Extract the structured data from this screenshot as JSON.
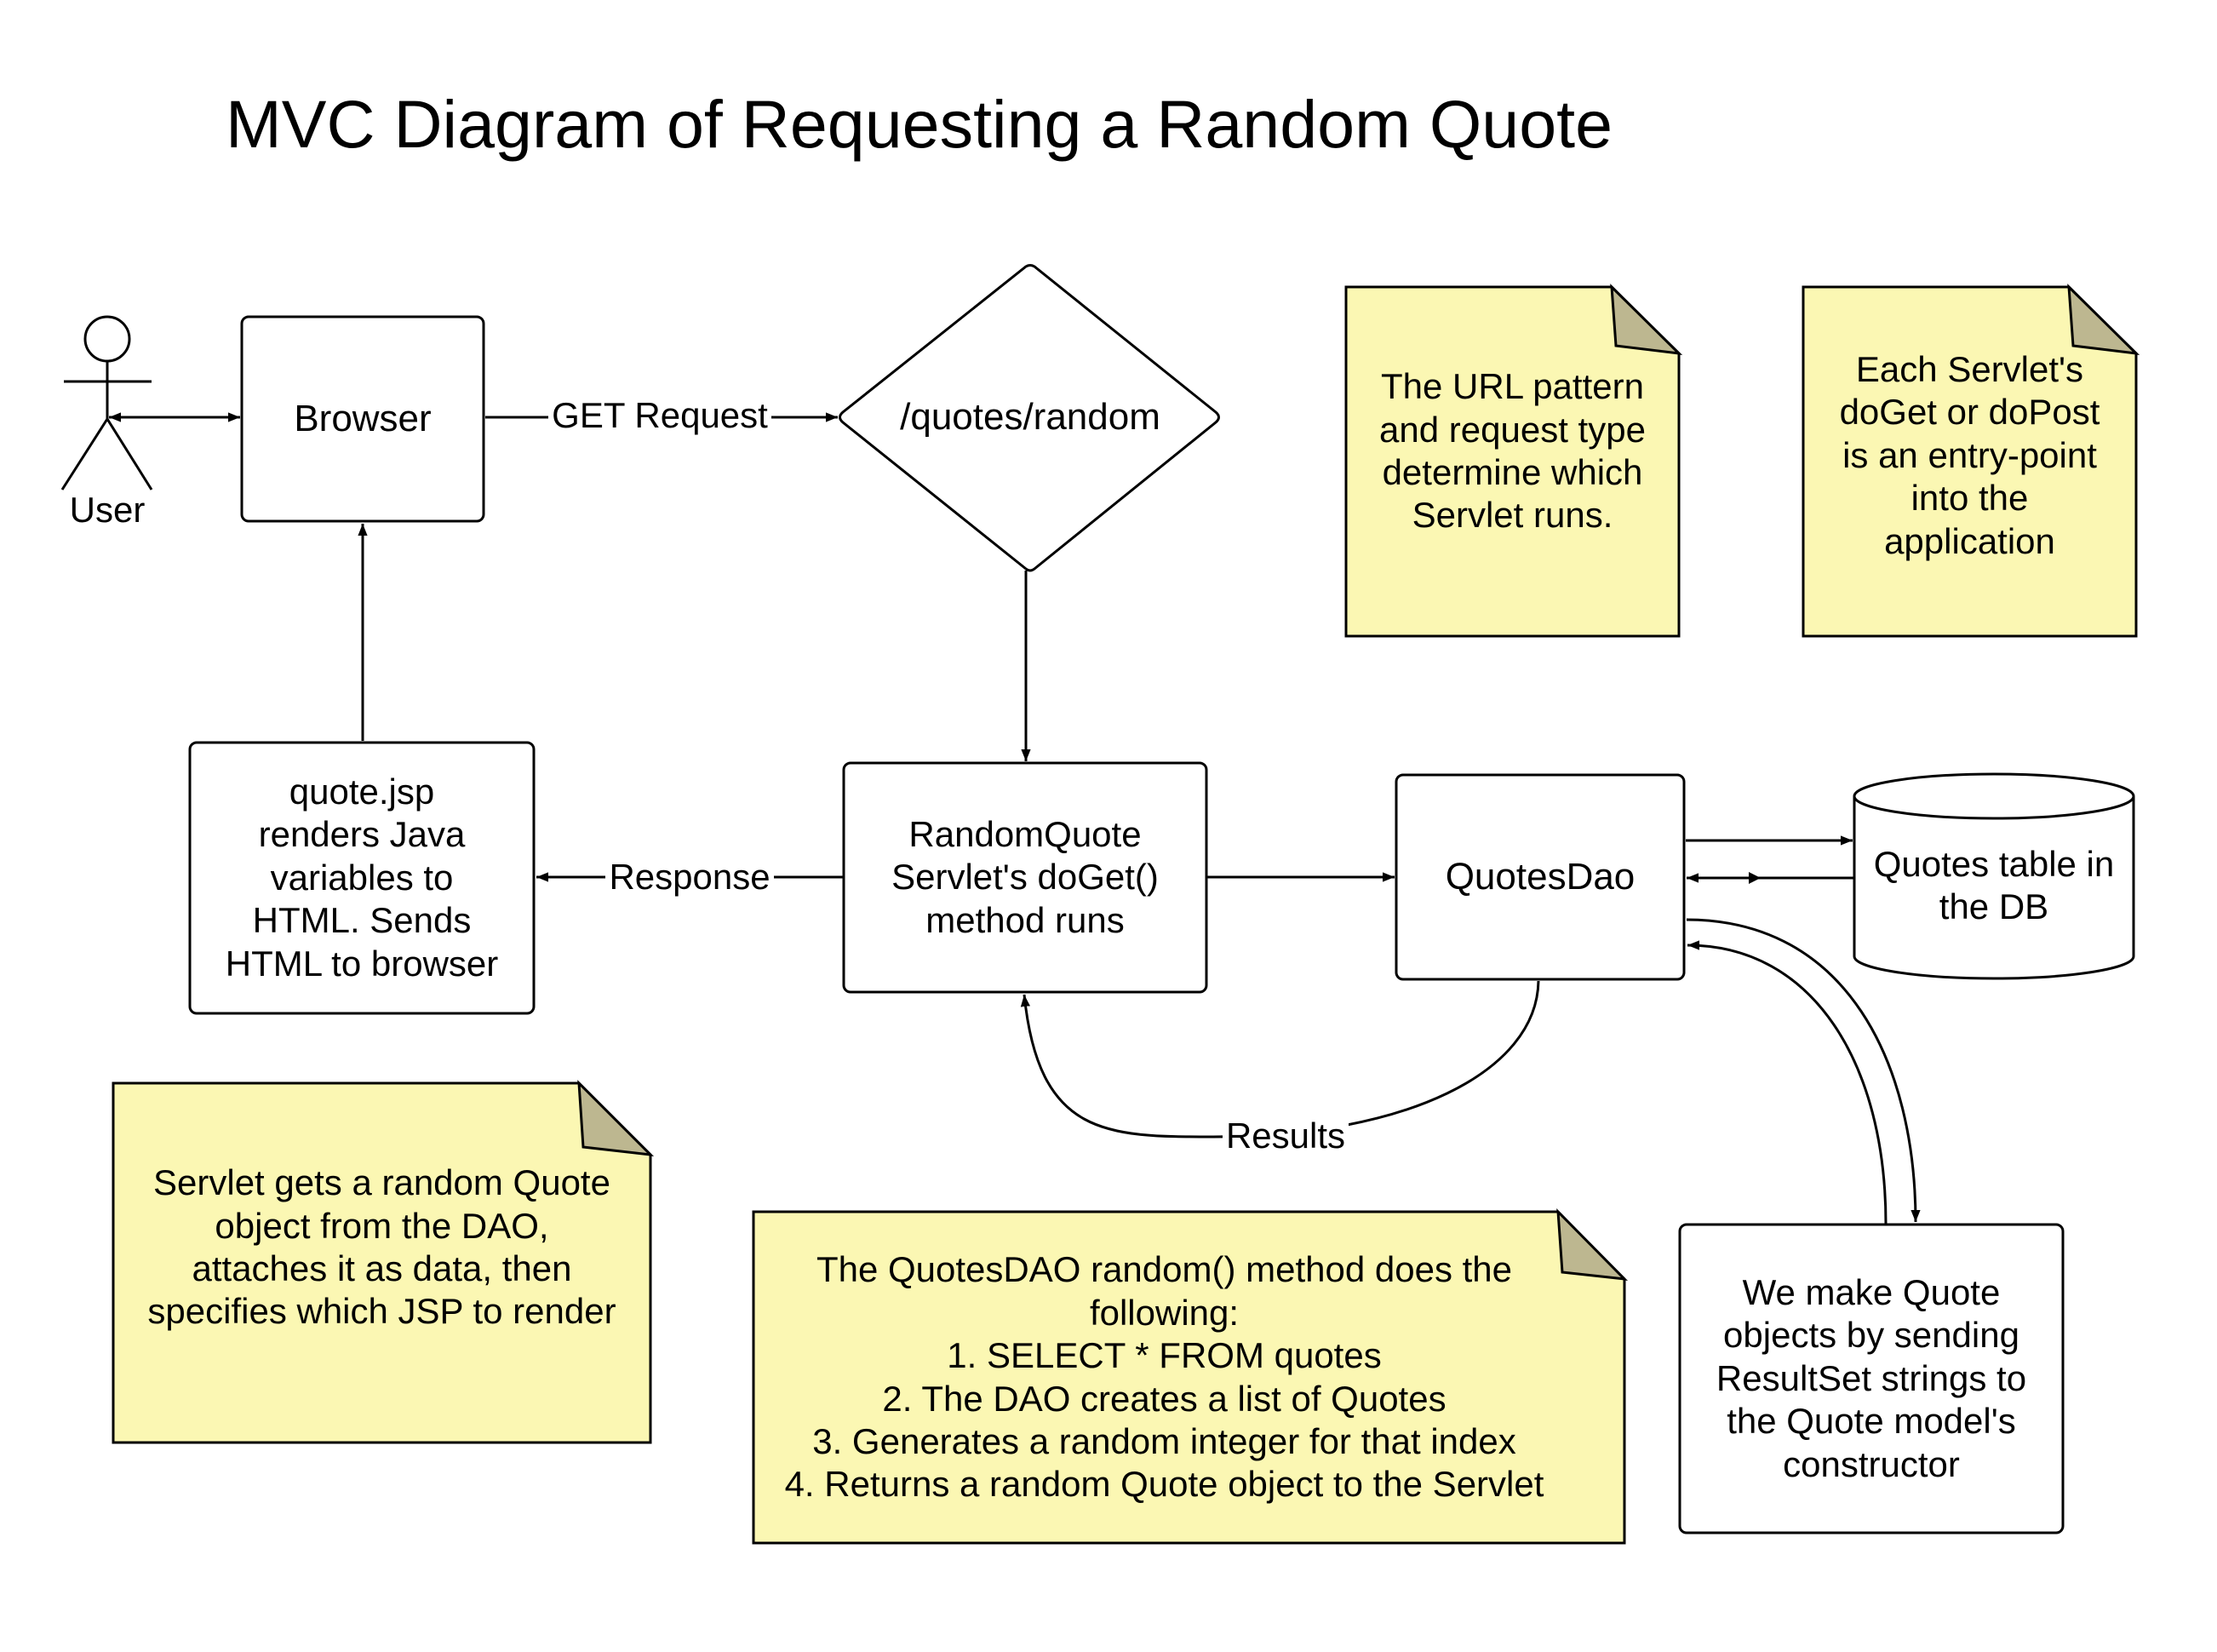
{
  "diagram": {
    "title": "MVC Diagram of Requesting a Random Quote",
    "actors": {
      "user": "User"
    },
    "nodes": {
      "browser": "Browser",
      "route": "/quotes/random",
      "servlet": "RandomQuote\nServlet's doGet()\nmethod runs",
      "dao": "QuotesDao",
      "db": "Quotes table in\nthe DB",
      "jsp": "quote.jsp\nrenders Java\nvariables to\nHTML. Sends\nHTML to browser",
      "model": "We make Quote\nobjects by sending\nResultSet strings to\nthe Quote model's\nconstructor"
    },
    "edges": {
      "get_request": "GET Request",
      "response": "Response",
      "results": "Results"
    },
    "notes": {
      "url_pattern": "The URL pattern\nand request type\ndetermine which\nServlet runs.",
      "entry_point": "Each Servlet's\ndoGet or doPost\nis an entry-point\ninto the\napplication",
      "servlet_gets": "Servlet gets a random Quote\nobject from the DAO,\nattaches it as data, then\nspecifies which JSP to render",
      "dao_random": "The QuotesDAO random() method does the\nfollowing:\n1. SELECT * FROM quotes\n2. The DAO creates a list of Quotes\n3. Generates a random integer for that index\n4. Returns a random Quote object to the Servlet"
    },
    "colors": {
      "note_fill": "#fbf7b3",
      "note_fold": "#bdb790",
      "stroke": "#000000",
      "background": "#ffffff"
    }
  }
}
